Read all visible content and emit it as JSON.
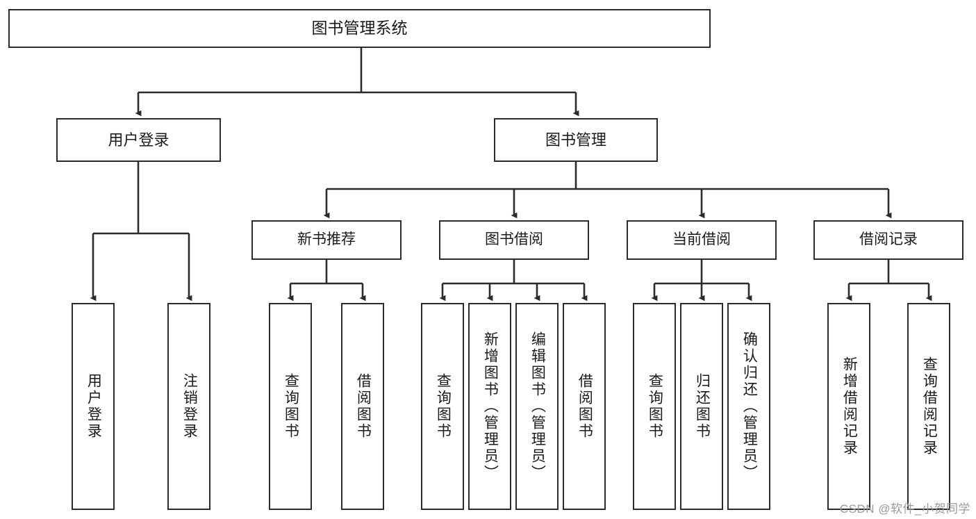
{
  "diagram": {
    "title": "图书管理系统",
    "type": "tree-hierarchy",
    "root": {
      "label": "图书管理系统"
    },
    "level2": [
      {
        "label": "用户登录"
      },
      {
        "label": "图书管理"
      }
    ],
    "level3": [
      {
        "label": "新书推荐"
      },
      {
        "label": "图书借阅"
      },
      {
        "label": "当前借阅"
      },
      {
        "label": "借阅记录"
      }
    ],
    "leaves": {
      "user_login": [
        {
          "label": "用户登录"
        },
        {
          "label": "注销登录"
        }
      ],
      "new_book_recommend": [
        {
          "label": "查询图书"
        },
        {
          "label": "借阅图书"
        }
      ],
      "book_borrow": [
        {
          "label": "查询图书"
        },
        {
          "label": "新增图书（管理员）"
        },
        {
          "label": "编辑图书（管理员）"
        },
        {
          "label": "借阅图书"
        }
      ],
      "current_borrow": [
        {
          "label": "查询图书"
        },
        {
          "label": "归还图书"
        },
        {
          "label": "确认归还（管理员）"
        }
      ],
      "borrow_record": [
        {
          "label": "新增借阅记录"
        },
        {
          "label": "查询借阅记录"
        }
      ]
    }
  },
  "watermark": {
    "text": "CSDN @软件_小贺同学"
  },
  "colors": {
    "stroke": "#2b2b2b",
    "background": "#ffffff",
    "text": "#1a1a1a",
    "watermark": "#9a9a9a"
  }
}
